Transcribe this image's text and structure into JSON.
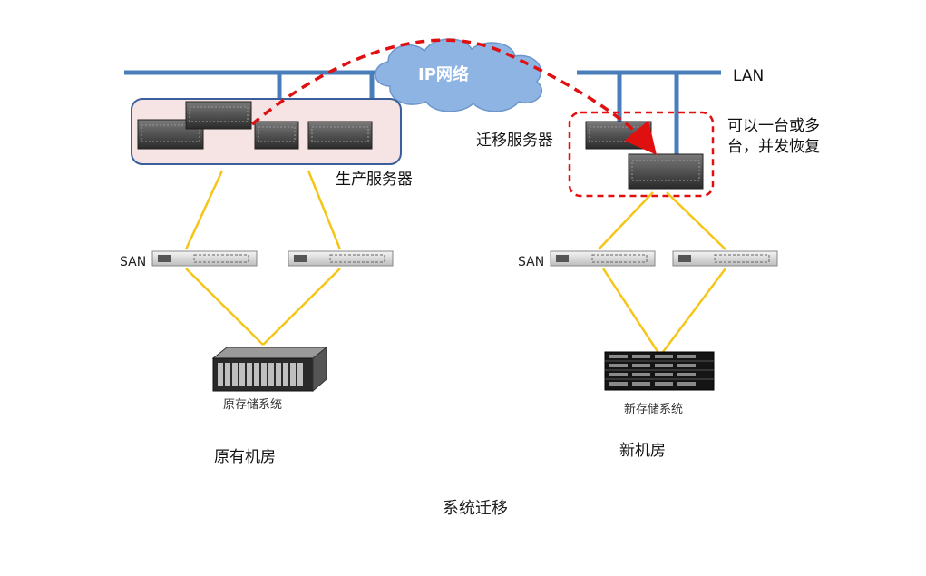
{
  "network": {
    "lan_label": "LAN",
    "cloud_label": "IP网络"
  },
  "original_site": {
    "production_servers_label": "生产服务器",
    "san_label": "SAN",
    "storage_label": "原存储系统",
    "room_label": "原有机房"
  },
  "new_site": {
    "migration_servers_label": "迁移服务器",
    "recovery_note": "可以一台或多台，并发恢复",
    "san_label": "SAN",
    "storage_label": "新存储系统",
    "room_label": "新机房"
  },
  "caption": "系统迁移",
  "colors": {
    "lan_line": "#4a7ebb",
    "san_link": "#f5c518",
    "migration_arrow": "#e01010",
    "cloud_fill": "#8eb4e3",
    "server_group_fill": "#f6e3e3",
    "server_group_border": "#3a5f9a"
  }
}
